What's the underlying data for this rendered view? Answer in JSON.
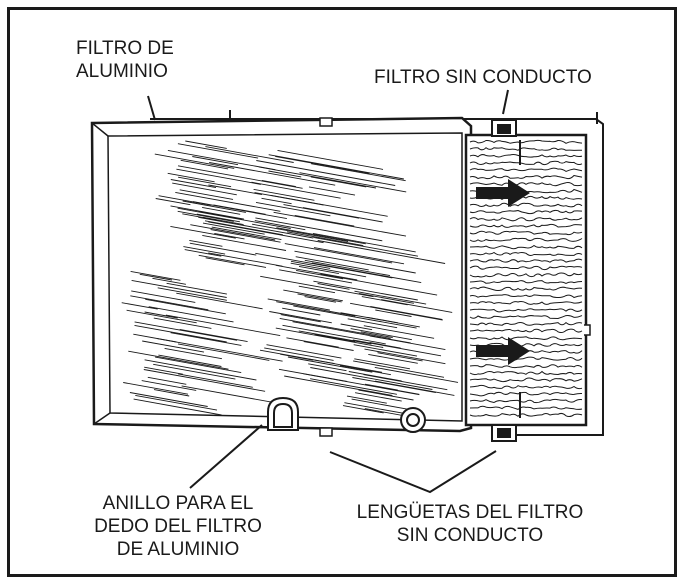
{
  "labels": {
    "aluminum_filter": [
      "FILTRO DE",
      "ALUMINIO"
    ],
    "ductless_filter": "FILTRO SIN CONDUCTO",
    "finger_ring": [
      "ANILLO PARA EL",
      "DEDO DEL FILTRO",
      "DE ALUMINIO"
    ],
    "tabs": [
      "LENGÜETAS DEL FILTRO",
      "SIN CONDUCTO"
    ]
  },
  "colors": {
    "ink": "#1a1a1a",
    "background": "#ffffff"
  }
}
